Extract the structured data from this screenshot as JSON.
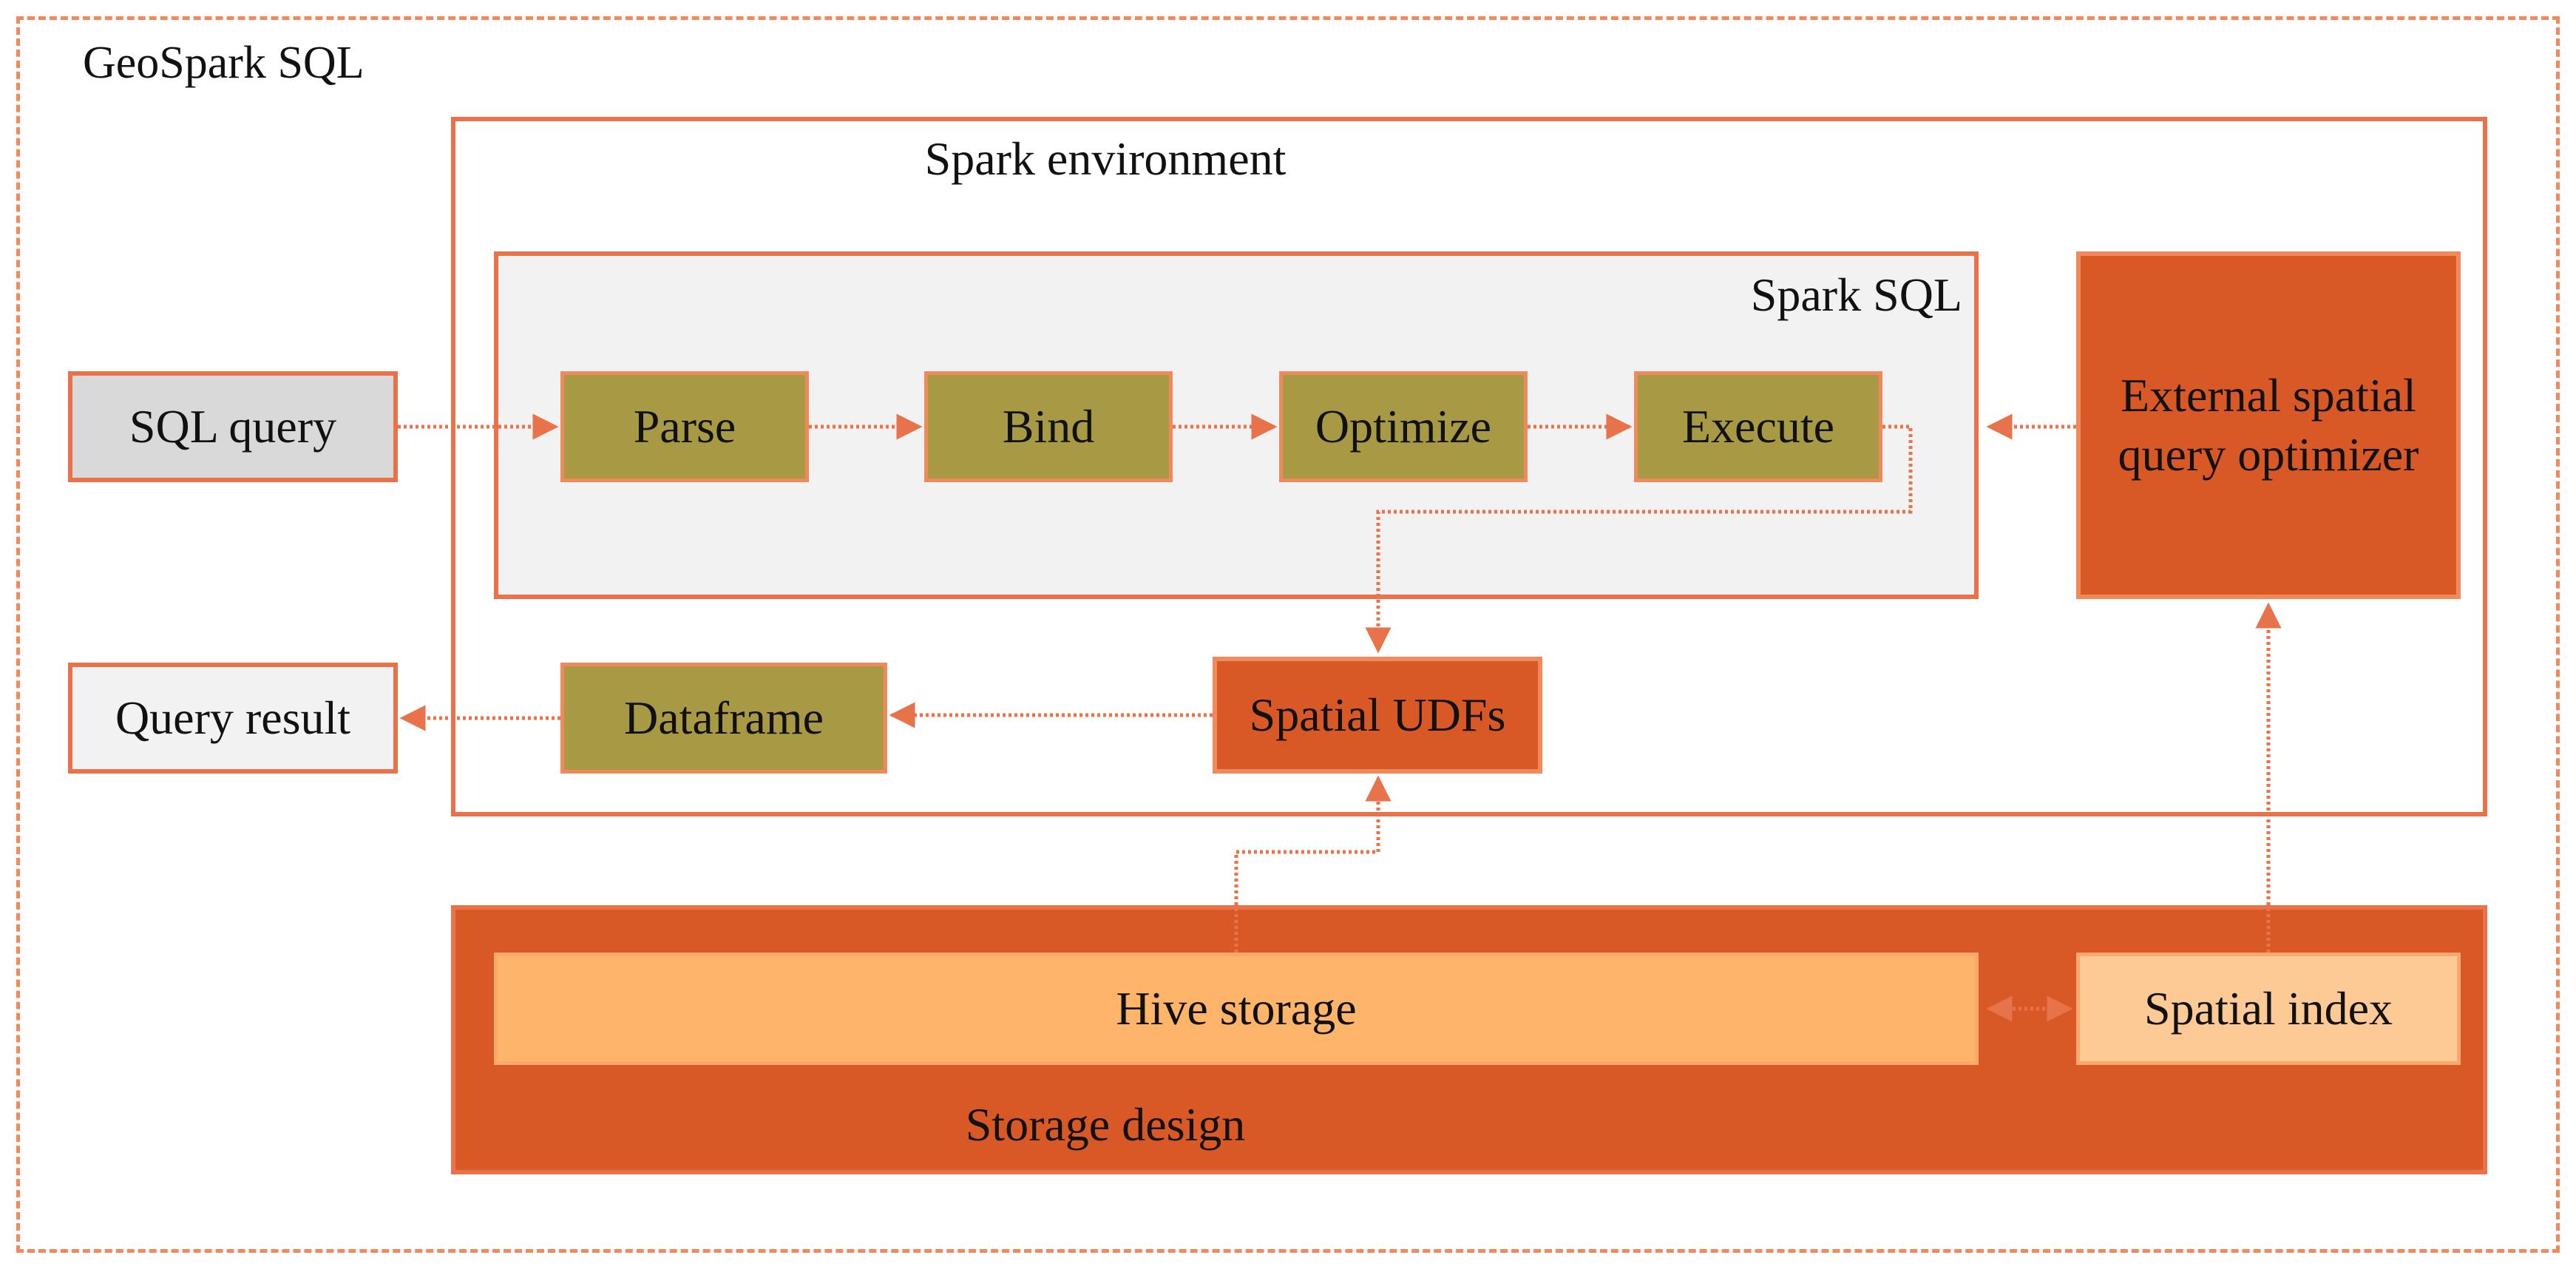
{
  "title": "GeoSpark SQL",
  "spark_environment": {
    "title": "Spark environment",
    "spark_sql": {
      "title": "Spark SQL",
      "steps": [
        "Parse",
        "Bind",
        "Optimize",
        "Execute"
      ]
    },
    "external_optimizer": "External spatial query optimizer",
    "spatial_udfs": "Spatial UDFs",
    "dataframe": "Dataframe"
  },
  "sql_query": "SQL query",
  "query_result": "Query result",
  "storage": {
    "title": "Storage design",
    "hive": "Hive storage",
    "spatial_index": "Spatial index"
  },
  "colors": {
    "border": "#e8734a",
    "step_fill": "#a89a44",
    "dark_orange": "#d85826",
    "hive_fill": "#feb469",
    "index_fill": "#fdc995",
    "gray_fill": "#d9d9d9"
  }
}
